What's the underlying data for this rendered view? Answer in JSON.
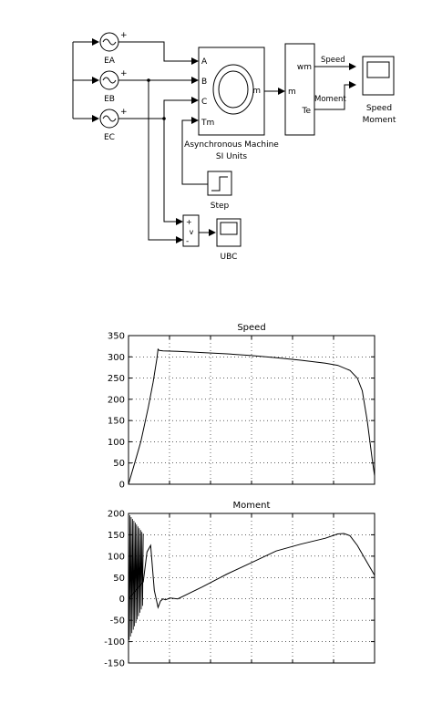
{
  "diagram": {
    "sources": [
      {
        "label": "EA",
        "sign": "+"
      },
      {
        "label": "EB",
        "sign": "+"
      },
      {
        "label": "EC",
        "sign": "+"
      }
    ],
    "machine": {
      "ports_in": [
        "A",
        "B",
        "C",
        "Tm"
      ],
      "port_out": "m",
      "title_line1": "Asynchronous Machine",
      "title_line2": "SI Units"
    },
    "demux": {
      "in_port": "m",
      "out_ports": [
        "wm",
        "Te"
      ]
    },
    "signals": {
      "speed": "Speed",
      "moment": "Moment"
    },
    "scope_speed_moment": {
      "line1": "Speed",
      "line2": "Moment"
    },
    "step": {
      "label": "Step"
    },
    "voltmeter": {
      "plus": "+",
      "v": "v",
      "minus": "-"
    },
    "scope_ubc": {
      "label": "UBC"
    }
  },
  "chart_data": [
    {
      "type": "line",
      "title": "Speed",
      "xlabel": "",
      "ylabel": "",
      "xlim": [
        0,
        1
      ],
      "ylim": [
        0,
        350
      ],
      "yticks": [
        0,
        50,
        100,
        150,
        200,
        250,
        300,
        350
      ],
      "xtick_count": 6,
      "grid": true,
      "series": [
        {
          "x": [
            0,
            0.01,
            0.025,
            0.05,
            0.08,
            0.1,
            0.115,
            0.12,
            0.125,
            0.14,
            0.2,
            0.3,
            0.4,
            0.5,
            0.6,
            0.7,
            0.8,
            0.85,
            0.9,
            0.93,
            0.95,
            0.97,
            0.99,
            1.0
          ],
          "y": [
            0,
            20,
            50,
            100,
            180,
            240,
            295,
            318,
            315,
            314,
            313,
            310,
            307,
            303,
            298,
            292,
            285,
            280,
            268,
            250,
            220,
            150,
            60,
            20
          ]
        }
      ]
    },
    {
      "type": "line",
      "title": "Moment",
      "xlabel": "",
      "ylabel": "",
      "xlim": [
        0,
        1
      ],
      "ylim": [
        -150,
        200
      ],
      "yticks": [
        -150,
        -100,
        -50,
        0,
        50,
        100,
        150,
        200
      ],
      "xtick_count": 6,
      "grid": true,
      "series": [
        {
          "x": [
            0.0,
            0.06,
            0.075,
            0.09,
            0.105,
            0.12,
            0.13,
            0.14,
            0.15,
            0.17,
            0.2,
            0.3,
            0.4,
            0.5,
            0.6,
            0.7,
            0.8,
            0.85,
            0.875,
            0.9,
            0.93,
            0.96,
            1.0
          ],
          "y": [
            0,
            40,
            110,
            125,
            20,
            -20,
            -5,
            0,
            -2,
            2,
            0,
            28,
            58,
            85,
            112,
            128,
            142,
            152,
            153,
            148,
            125,
            95,
            55
          ]
        }
      ],
      "oscillation": {
        "x_start": 0.0,
        "x_end": 0.06,
        "upper": 200,
        "lower": -100
      }
    }
  ]
}
